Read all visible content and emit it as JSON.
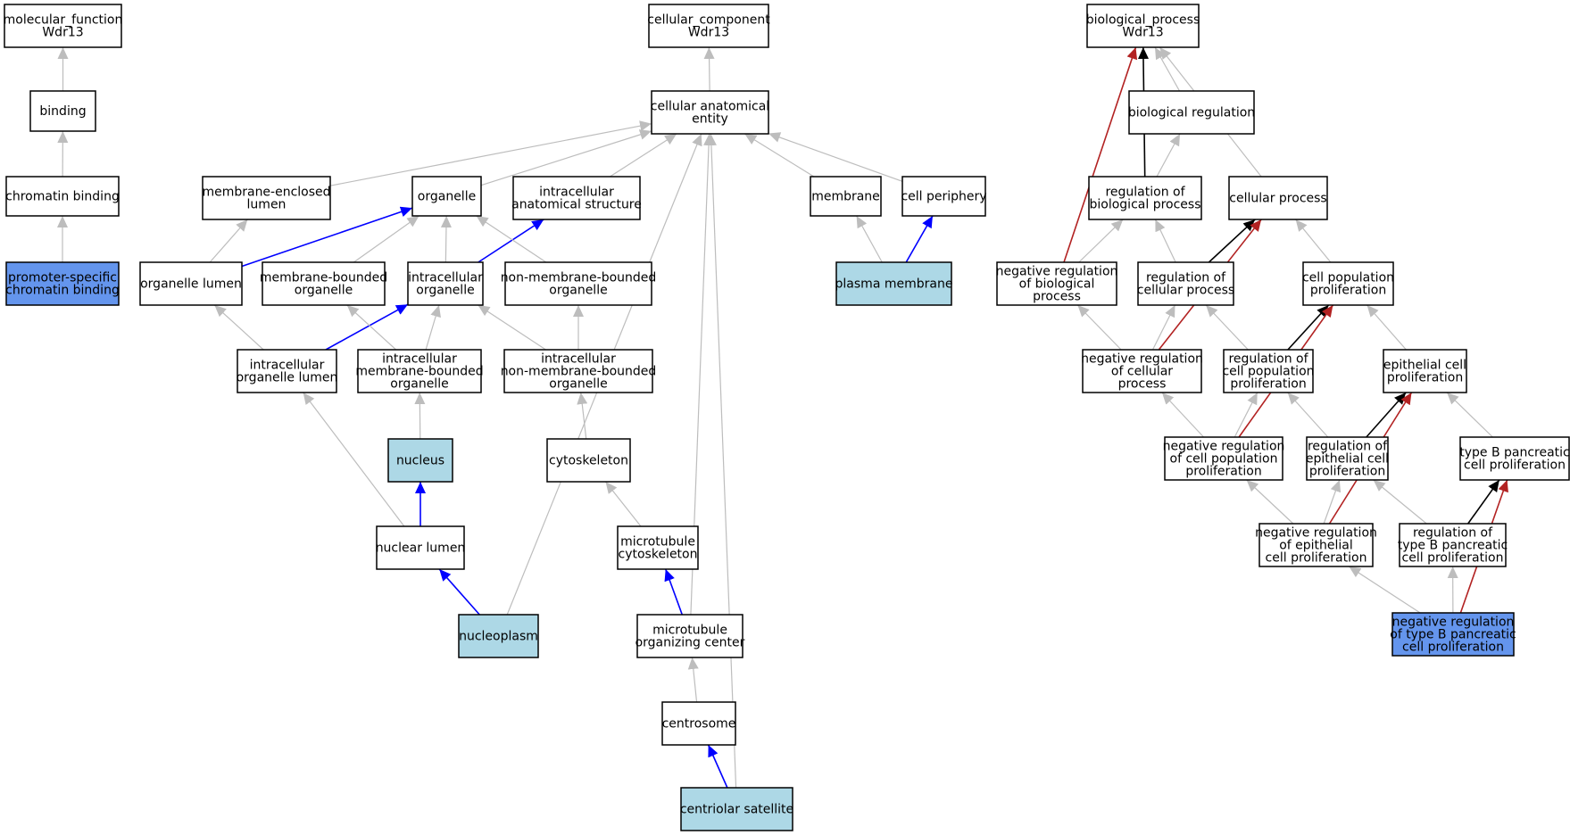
{
  "colors": {
    "default_node": "#ffffff",
    "term_node": "#add8e6",
    "highlight_node": "#6495ed",
    "edge_default": "#bdbdbd",
    "edge_part_of": "#0000ff",
    "edge_regulates": "#000000",
    "edge_negatively_regulates": "#b22222"
  },
  "nodes": [
    {
      "id": "mf_root",
      "lines": [
        "molecular_function",
        "Wdr13"
      ],
      "style": "default"
    },
    {
      "id": "binding",
      "lines": [
        "binding"
      ],
      "style": "default"
    },
    {
      "id": "chromatin_binding",
      "lines": [
        "chromatin binding"
      ],
      "style": "default"
    },
    {
      "id": "promoter_chromatin",
      "lines": [
        "promoter-specific",
        "chromatin binding"
      ],
      "style": "highlight"
    },
    {
      "id": "cc_root",
      "lines": [
        "cellular_component",
        "Wdr13"
      ],
      "style": "default"
    },
    {
      "id": "cae",
      "lines": [
        "cellular anatomical",
        "entity"
      ],
      "style": "default"
    },
    {
      "id": "mel",
      "lines": [
        "membrane-enclosed",
        "lumen"
      ],
      "style": "default"
    },
    {
      "id": "organelle",
      "lines": [
        "organelle"
      ],
      "style": "default"
    },
    {
      "id": "ias",
      "lines": [
        "intracellular",
        "anatomical structure"
      ],
      "style": "default"
    },
    {
      "id": "membrane",
      "lines": [
        "membrane"
      ],
      "style": "default"
    },
    {
      "id": "cell_periphery",
      "lines": [
        "cell periphery"
      ],
      "style": "default"
    },
    {
      "id": "organelle_lumen",
      "lines": [
        "organelle lumen"
      ],
      "style": "default"
    },
    {
      "id": "mbo",
      "lines": [
        "membrane-bounded",
        "organelle"
      ],
      "style": "default"
    },
    {
      "id": "io",
      "lines": [
        "intracellular",
        "organelle"
      ],
      "style": "default"
    },
    {
      "id": "nmbo",
      "lines": [
        "non-membrane-bounded",
        "organelle"
      ],
      "style": "default"
    },
    {
      "id": "plasma_membrane",
      "lines": [
        "plasma membrane"
      ],
      "style": "term"
    },
    {
      "id": "iol",
      "lines": [
        "intracellular",
        "organelle lumen"
      ],
      "style": "default"
    },
    {
      "id": "imbo",
      "lines": [
        "intracellular",
        "membrane-bounded",
        "organelle"
      ],
      "style": "default"
    },
    {
      "id": "inmbo",
      "lines": [
        "intracellular",
        "non-membrane-bounded",
        "organelle"
      ],
      "style": "default"
    },
    {
      "id": "nucleus",
      "lines": [
        "nucleus"
      ],
      "style": "term"
    },
    {
      "id": "cytoskeleton",
      "lines": [
        "cytoskeleton"
      ],
      "style": "default"
    },
    {
      "id": "nuclear_lumen",
      "lines": [
        "nuclear lumen"
      ],
      "style": "default"
    },
    {
      "id": "mt_cytoskeleton",
      "lines": [
        "microtubule",
        "cytoskeleton"
      ],
      "style": "default"
    },
    {
      "id": "nucleoplasm",
      "lines": [
        "nucleoplasm"
      ],
      "style": "term"
    },
    {
      "id": "mtoc",
      "lines": [
        "microtubule",
        "organizing center"
      ],
      "style": "default"
    },
    {
      "id": "centrosome",
      "lines": [
        "centrosome"
      ],
      "style": "default"
    },
    {
      "id": "centriolar_satellite",
      "lines": [
        "centriolar satellite"
      ],
      "style": "term"
    },
    {
      "id": "bp_root",
      "lines": [
        "biological_process",
        "Wdr13"
      ],
      "style": "default"
    },
    {
      "id": "bio_reg",
      "lines": [
        "biological regulation"
      ],
      "style": "default"
    },
    {
      "id": "reg_bp",
      "lines": [
        "regulation of",
        "biological process"
      ],
      "style": "default"
    },
    {
      "id": "cellular_process",
      "lines": [
        "cellular process"
      ],
      "style": "default"
    },
    {
      "id": "neg_reg_bp",
      "lines": [
        "negative regulation",
        "of biological",
        "process"
      ],
      "style": "default"
    },
    {
      "id": "reg_cp",
      "lines": [
        "regulation of",
        "cellular process"
      ],
      "style": "default"
    },
    {
      "id": "cell_pop_prolif",
      "lines": [
        "cell population",
        "proliferation"
      ],
      "style": "default"
    },
    {
      "id": "neg_reg_cp",
      "lines": [
        "negative regulation",
        "of cellular",
        "process"
      ],
      "style": "default"
    },
    {
      "id": "reg_cpp",
      "lines": [
        "regulation of",
        "cell population",
        "proliferation"
      ],
      "style": "default"
    },
    {
      "id": "epi_prolif",
      "lines": [
        "epithelial cell",
        "proliferation"
      ],
      "style": "default"
    },
    {
      "id": "neg_reg_cpp",
      "lines": [
        "negative regulation",
        "of cell population",
        "proliferation"
      ],
      "style": "default"
    },
    {
      "id": "reg_epi",
      "lines": [
        "regulation of",
        "epithelial cell",
        "proliferation"
      ],
      "style": "default"
    },
    {
      "id": "typeb_prolif",
      "lines": [
        "type B pancreatic",
        "cell proliferation"
      ],
      "style": "default"
    },
    {
      "id": "neg_reg_epi",
      "lines": [
        "negative regulation",
        "of epithelial",
        "cell proliferation"
      ],
      "style": "default"
    },
    {
      "id": "reg_typeb",
      "lines": [
        "regulation of",
        "type B pancreatic",
        "cell proliferation"
      ],
      "style": "default"
    },
    {
      "id": "neg_reg_typeb",
      "lines": [
        "negative regulation",
        "of type B pancreatic",
        "cell proliferation"
      ],
      "style": "highlight"
    }
  ],
  "edges": [
    {
      "from": "binding",
      "to": "mf_root",
      "type": "is_a"
    },
    {
      "from": "chromatin_binding",
      "to": "binding",
      "type": "is_a"
    },
    {
      "from": "promoter_chromatin",
      "to": "chromatin_binding",
      "type": "is_a"
    },
    {
      "from": "cae",
      "to": "cc_root",
      "type": "is_a"
    },
    {
      "from": "mel",
      "to": "cae",
      "type": "is_a"
    },
    {
      "from": "organelle",
      "to": "cae",
      "type": "is_a"
    },
    {
      "from": "ias",
      "to": "cae",
      "type": "is_a"
    },
    {
      "from": "membrane",
      "to": "cae",
      "type": "is_a"
    },
    {
      "from": "cell_periphery",
      "to": "cae",
      "type": "is_a"
    },
    {
      "from": "organelle_lumen",
      "to": "mel",
      "type": "is_a"
    },
    {
      "from": "organelle_lumen",
      "to": "organelle",
      "type": "part_of"
    },
    {
      "from": "mbo",
      "to": "organelle",
      "type": "is_a"
    },
    {
      "from": "io",
      "to": "organelle",
      "type": "is_a"
    },
    {
      "from": "io",
      "to": "ias",
      "type": "part_of"
    },
    {
      "from": "nmbo",
      "to": "organelle",
      "type": "is_a"
    },
    {
      "from": "plasma_membrane",
      "to": "membrane",
      "type": "is_a"
    },
    {
      "from": "plasma_membrane",
      "to": "cell_periphery",
      "type": "part_of"
    },
    {
      "from": "iol",
      "to": "organelle_lumen",
      "type": "is_a"
    },
    {
      "from": "iol",
      "to": "io",
      "type": "part_of"
    },
    {
      "from": "imbo",
      "to": "mbo",
      "type": "is_a"
    },
    {
      "from": "imbo",
      "to": "io",
      "type": "is_a"
    },
    {
      "from": "inmbo",
      "to": "nmbo",
      "type": "is_a"
    },
    {
      "from": "inmbo",
      "to": "io",
      "type": "is_a"
    },
    {
      "from": "nucleus",
      "to": "imbo",
      "type": "is_a"
    },
    {
      "from": "cytoskeleton",
      "to": "inmbo",
      "type": "is_a"
    },
    {
      "from": "nuclear_lumen",
      "to": "iol",
      "type": "is_a"
    },
    {
      "from": "nuclear_lumen",
      "to": "nucleus",
      "type": "part_of"
    },
    {
      "from": "mt_cytoskeleton",
      "to": "cytoskeleton",
      "type": "is_a"
    },
    {
      "from": "nucleoplasm",
      "to": "nuclear_lumen",
      "type": "part_of"
    },
    {
      "from": "nucleoplasm",
      "to": "cae",
      "type": "is_a"
    },
    {
      "from": "mtoc",
      "to": "mt_cytoskeleton",
      "type": "part_of"
    },
    {
      "from": "mtoc",
      "to": "cae",
      "type": "is_a"
    },
    {
      "from": "centrosome",
      "to": "mtoc",
      "type": "is_a"
    },
    {
      "from": "centriolar_satellite",
      "to": "centrosome",
      "type": "part_of"
    },
    {
      "from": "centriolar_satellite",
      "to": "cae",
      "type": "is_a"
    },
    {
      "from": "bio_reg",
      "to": "bp_root",
      "type": "is_a"
    },
    {
      "from": "reg_bp",
      "to": "bp_root",
      "type": "regulates"
    },
    {
      "from": "reg_bp",
      "to": "bio_reg",
      "type": "is_a"
    },
    {
      "from": "cellular_process",
      "to": "bp_root",
      "type": "is_a"
    },
    {
      "from": "neg_reg_bp",
      "to": "bp_root",
      "type": "negatively_regulates"
    },
    {
      "from": "neg_reg_bp",
      "to": "reg_bp",
      "type": "is_a"
    },
    {
      "from": "reg_cp",
      "to": "reg_bp",
      "type": "is_a"
    },
    {
      "from": "reg_cp",
      "to": "cellular_process",
      "type": "regulates"
    },
    {
      "from": "cell_pop_prolif",
      "to": "cellular_process",
      "type": "is_a"
    },
    {
      "from": "neg_reg_cp",
      "to": "neg_reg_bp",
      "type": "is_a"
    },
    {
      "from": "neg_reg_cp",
      "to": "reg_cp",
      "type": "is_a"
    },
    {
      "from": "neg_reg_cp",
      "to": "cellular_process",
      "type": "negatively_regulates"
    },
    {
      "from": "reg_cpp",
      "to": "reg_cp",
      "type": "is_a"
    },
    {
      "from": "reg_cpp",
      "to": "cell_pop_prolif",
      "type": "regulates"
    },
    {
      "from": "epi_prolif",
      "to": "cell_pop_prolif",
      "type": "is_a"
    },
    {
      "from": "neg_reg_cpp",
      "to": "neg_reg_cp",
      "type": "is_a"
    },
    {
      "from": "neg_reg_cpp",
      "to": "reg_cpp",
      "type": "is_a"
    },
    {
      "from": "neg_reg_cpp",
      "to": "cell_pop_prolif",
      "type": "negatively_regulates"
    },
    {
      "from": "reg_epi",
      "to": "reg_cpp",
      "type": "is_a"
    },
    {
      "from": "reg_epi",
      "to": "epi_prolif",
      "type": "regulates"
    },
    {
      "from": "typeb_prolif",
      "to": "epi_prolif",
      "type": "is_a"
    },
    {
      "from": "neg_reg_epi",
      "to": "neg_reg_cpp",
      "type": "is_a"
    },
    {
      "from": "neg_reg_epi",
      "to": "reg_epi",
      "type": "is_a"
    },
    {
      "from": "neg_reg_epi",
      "to": "epi_prolif",
      "type": "negatively_regulates"
    },
    {
      "from": "reg_typeb",
      "to": "reg_epi",
      "type": "is_a"
    },
    {
      "from": "reg_typeb",
      "to": "typeb_prolif",
      "type": "regulates"
    },
    {
      "from": "neg_reg_typeb",
      "to": "neg_reg_epi",
      "type": "is_a"
    },
    {
      "from": "neg_reg_typeb",
      "to": "reg_typeb",
      "type": "is_a"
    },
    {
      "from": "neg_reg_typeb",
      "to": "typeb_prolif",
      "type": "negatively_regulates"
    }
  ]
}
